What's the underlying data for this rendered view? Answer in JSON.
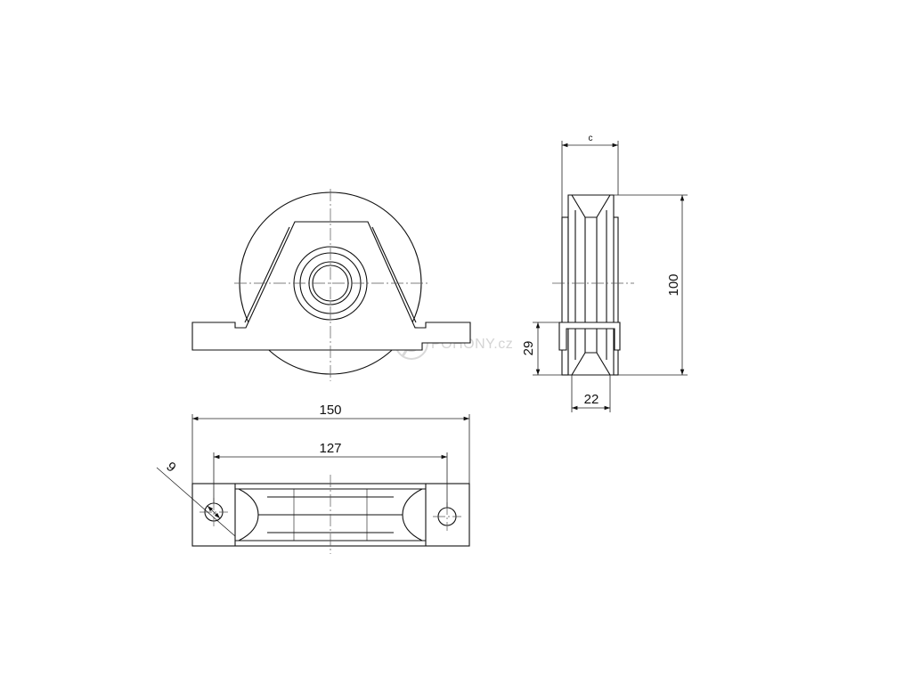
{
  "colors": {
    "line": "#111111",
    "dimension_line": "#222222",
    "centerline": "#444444",
    "background": "#ffffff",
    "watermark": "#d4d4d4"
  },
  "dimensions": {
    "overall_length": "150",
    "hole_spacing": "127",
    "hole_diameter": "9",
    "wheel_height": "100",
    "bracket_height": "29",
    "wheel_width": "22",
    "top_width": "c"
  },
  "watermark": {
    "text": "POHONY.cz",
    "icon": "gear-logo-icon"
  }
}
